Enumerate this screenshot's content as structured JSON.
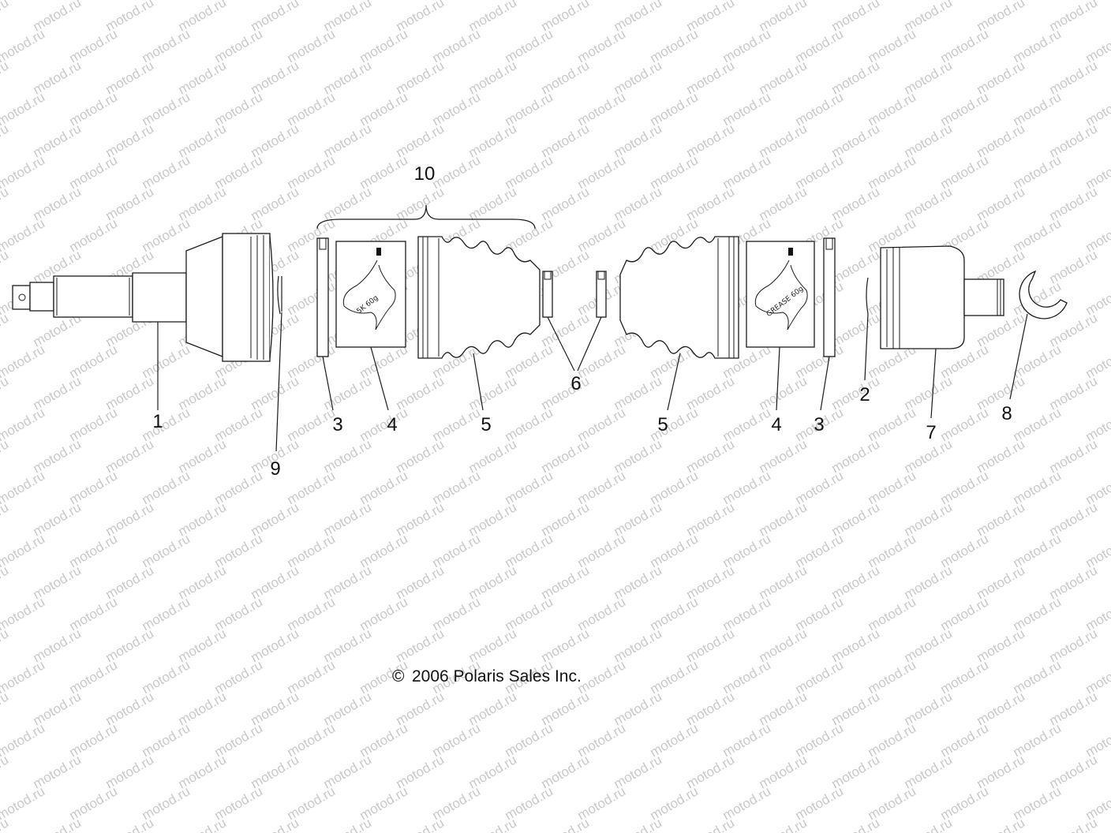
{
  "diagram": {
    "watermark_text": "motod.ru",
    "copyright": "2006 Polaris Sales Inc.",
    "copyright_symbol": "©",
    "grease_label_left": "5K   60g",
    "grease_label_right": "GREASE 60g",
    "callouts": {
      "c1": "1",
      "c2": "2",
      "c3a": "3",
      "c3b": "3",
      "c4a": "4",
      "c4b": "4",
      "c5a": "5",
      "c5b": "5",
      "c6": "6",
      "c7": "7",
      "c8": "8",
      "c9": "9",
      "c10": "10"
    }
  }
}
